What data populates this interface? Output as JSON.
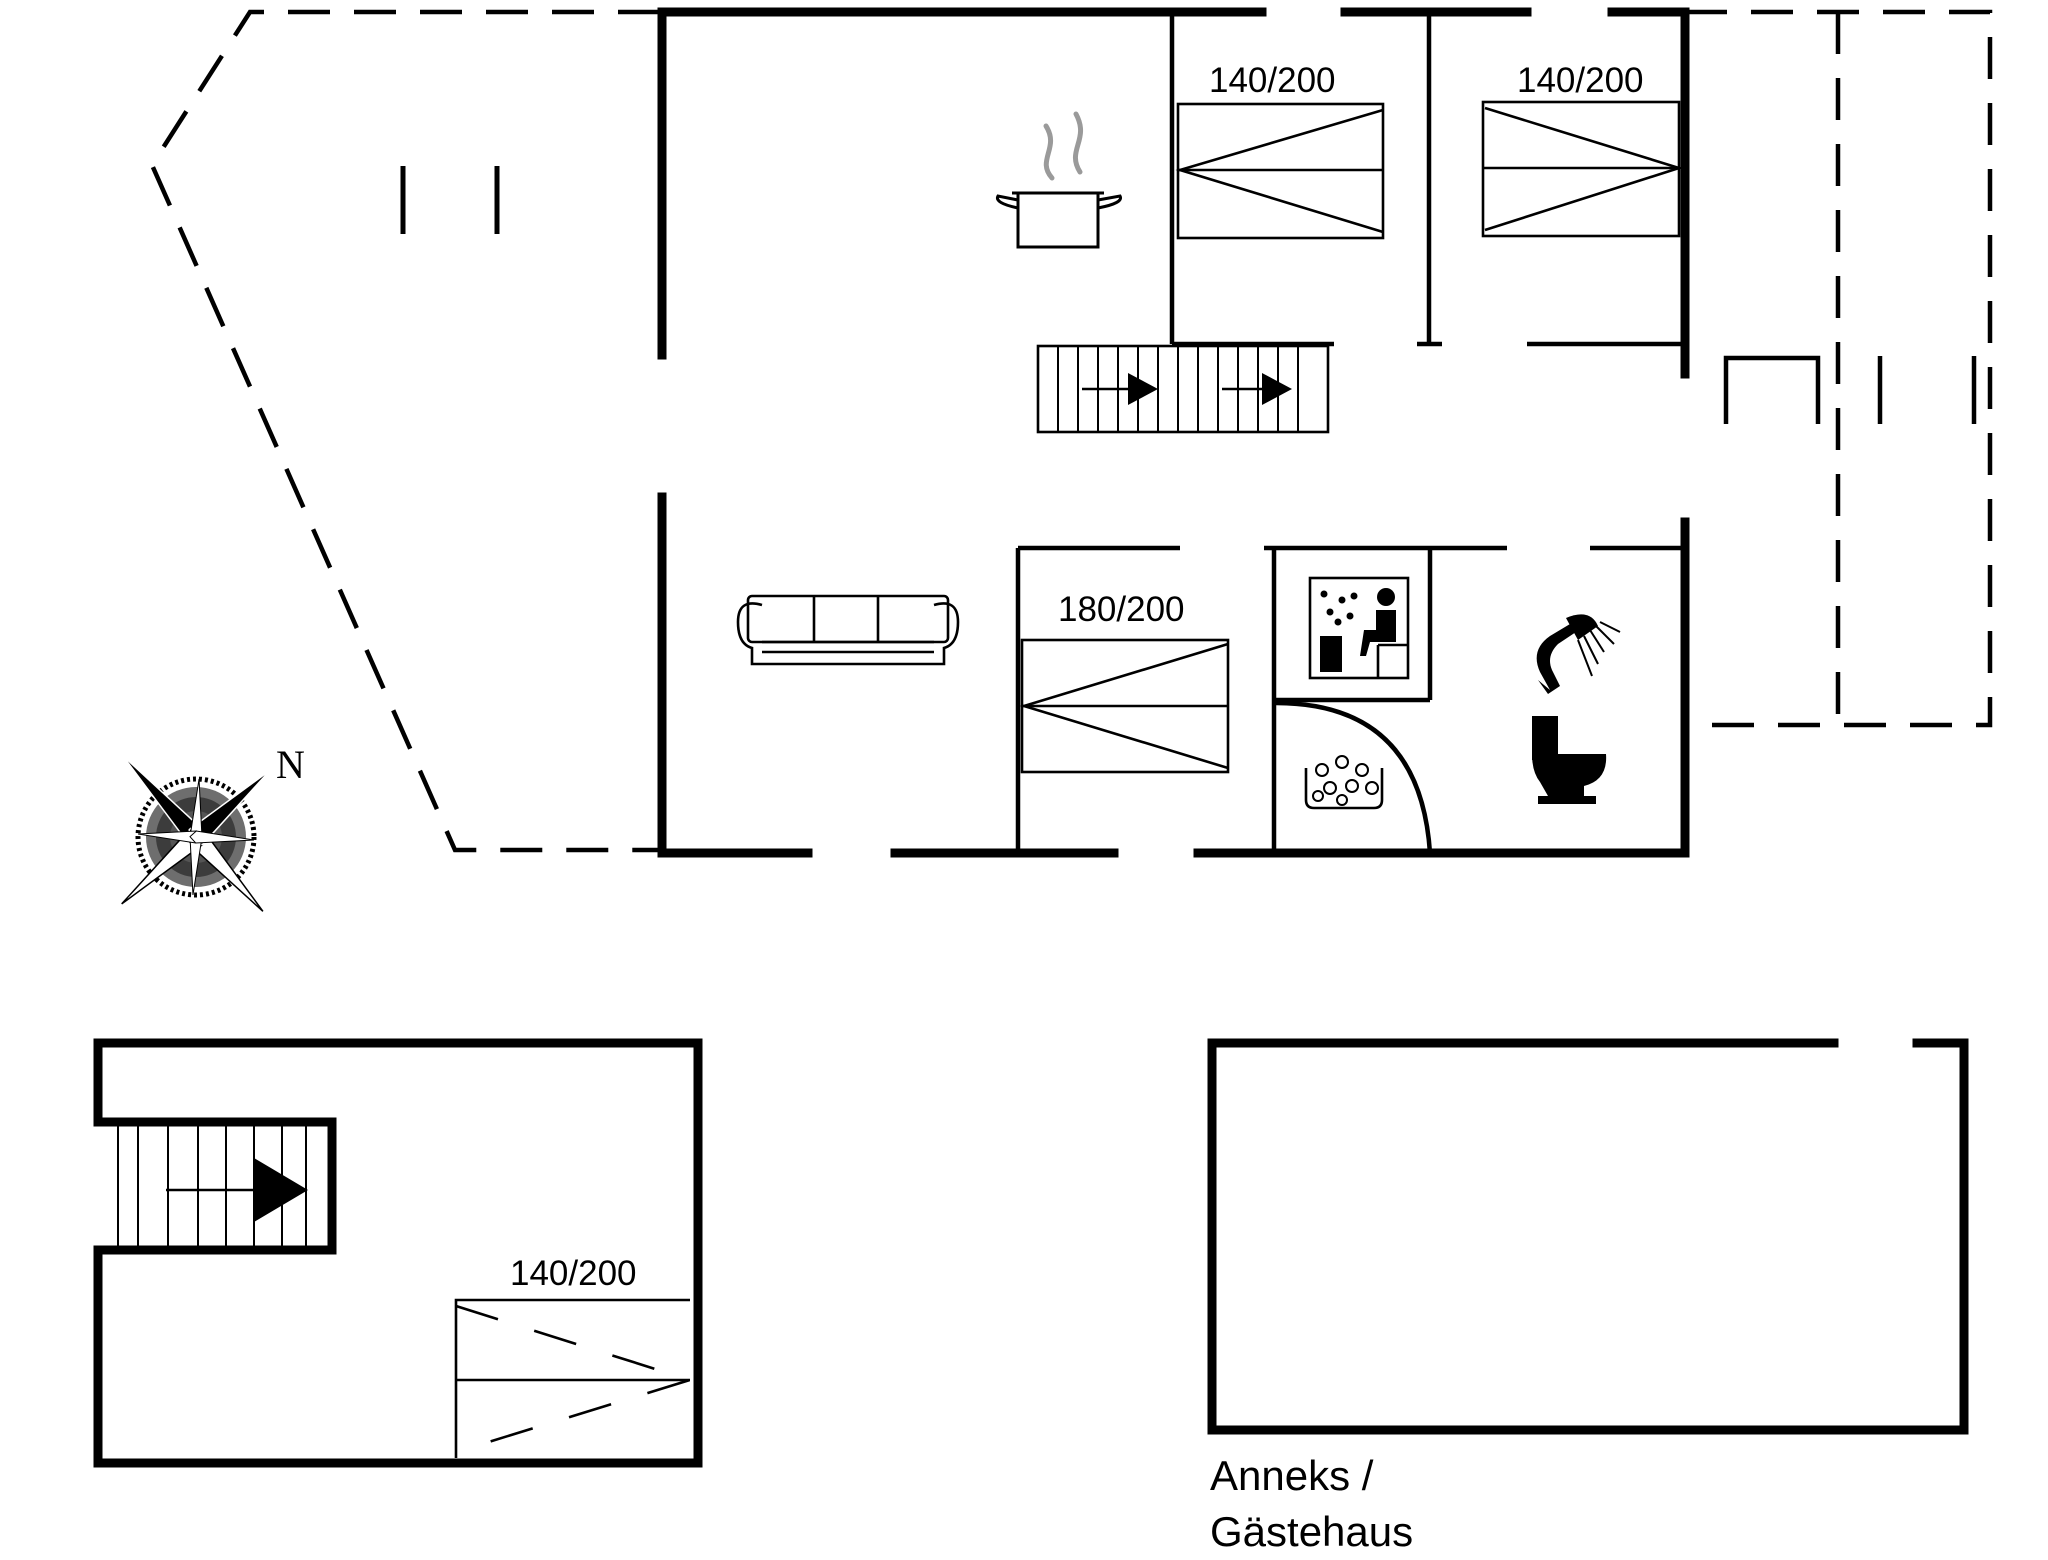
{
  "bed_labels": {
    "bedroom_1": "140/200",
    "bedroom_2": "140/200",
    "bedroom_3": "180/200",
    "loft": "140/200"
  },
  "compass": {
    "north_label": "N"
  },
  "annex": {
    "line1": "Anneks /",
    "line2": "Gästehaus"
  },
  "icons": [
    "cooking-pot-icon",
    "sofa-icon",
    "sauna-icon",
    "shower-icon",
    "toilet-icon",
    "whirlpool-icon",
    "compass-rose-icon",
    "stairs-up-icon"
  ]
}
